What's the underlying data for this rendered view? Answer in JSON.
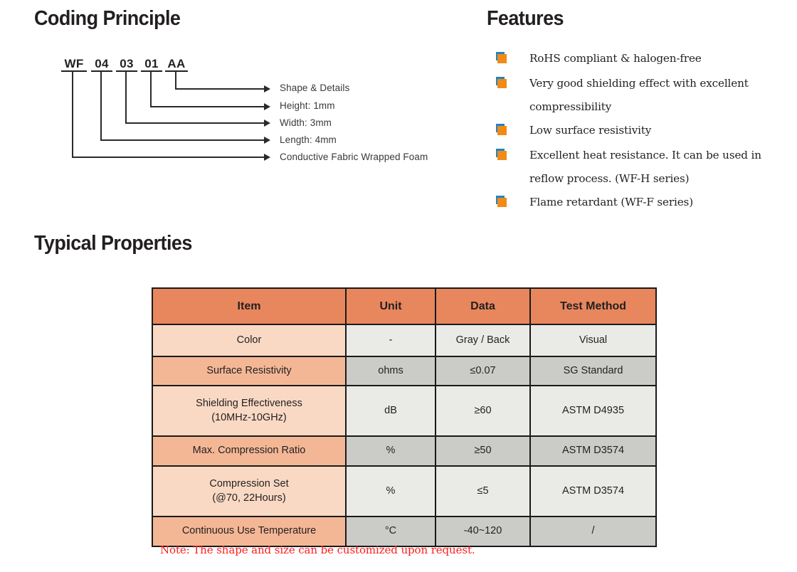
{
  "colors": {
    "heading": "#231f20",
    "bullet_orange": "#f18a16",
    "bullet_blue": "#1f84c4",
    "table_header_bg": "#e8875d",
    "table_item_light": "#fad9c4",
    "table_item_dark": "#f4b795",
    "table_value_light": "#eaebe7",
    "table_value_dark": "#cbccc8",
    "table_border": "#1a1a1a",
    "note_red": "#ff1c1c"
  },
  "sections": {
    "coding_principle": {
      "heading": "Coding Principle",
      "code_segments": [
        {
          "text": "WF"
        },
        {
          "text": "04"
        },
        {
          "text": "03"
        },
        {
          "text": "01"
        },
        {
          "text": "AA"
        }
      ],
      "callouts": [
        {
          "label": "Shape & Details"
        },
        {
          "label": "Height: 1mm"
        },
        {
          "label": "Width: 3mm"
        },
        {
          "label": "Length: 4mm"
        },
        {
          "label": "Conductive Fabric Wrapped Foam"
        }
      ]
    },
    "features": {
      "heading": "Features",
      "items": [
        {
          "text": "RoHS compliant & halogen-free"
        },
        {
          "text": "Very good shielding effect with excellent compressibility"
        },
        {
          "text": "Low surface resistivity"
        },
        {
          "text": "Excellent heat resistance. It can be used in reflow process. (WF-H series)"
        },
        {
          "text": "Flame retardant (WF-F series)"
        }
      ]
    },
    "typical_properties": {
      "heading": "Typical Properties",
      "note": "Note: The shape and size can be customized upon request.",
      "table": {
        "columns": [
          "Item",
          "Unit",
          "Data",
          "Test Method"
        ],
        "rows": [
          {
            "item": "Color",
            "unit": "-",
            "data": "Gray / Back",
            "method": "Visual"
          },
          {
            "item": "Surface Resistivity",
            "unit": "ohms",
            "data": "≤0.07",
            "method": "SG Standard"
          },
          {
            "item": "Shielding Effectiveness\n(10MHz-10GHz)",
            "unit": "dB",
            "data": "≥60",
            "method": "ASTM D4935"
          },
          {
            "item": "Max. Compression Ratio",
            "unit": "%",
            "data": "≥50",
            "method": "ASTM D3574"
          },
          {
            "item": "Compression Set\n(@70, 22Hours)",
            "unit": "%",
            "data": "≤5",
            "method": "ASTM D3574"
          },
          {
            "item": "Continuous Use Temperature",
            "unit": "°C",
            "data": "-40~120",
            "method": "/"
          }
        ]
      }
    }
  }
}
